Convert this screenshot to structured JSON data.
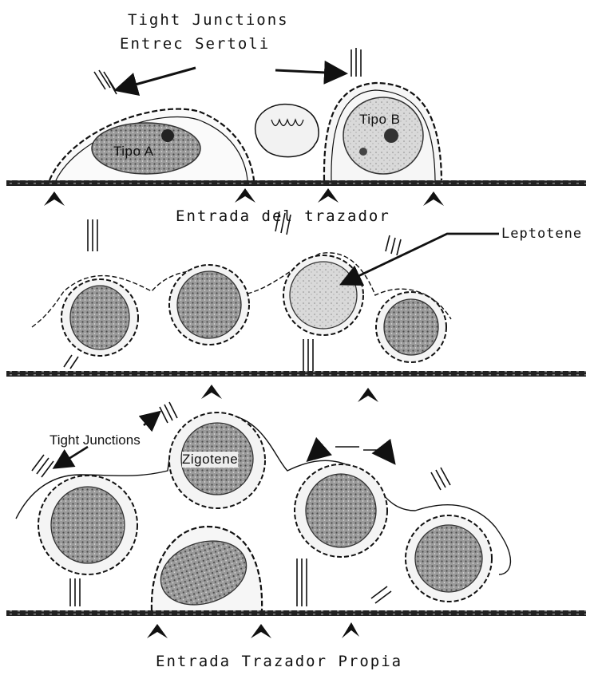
{
  "labels": {
    "tight_junctions_sertoli_line1": "Tight Junctions",
    "tight_junctions_sertoli_line2": "Entrec Sertoli",
    "tipo_a": "Tipo A",
    "tipo_b": "Tipo B",
    "entrada_del_trazador": "Entrada del trazador",
    "leptotene": "Leptotene",
    "tight_junctions": "Tight Junctions",
    "zigotene": "Zigotene",
    "entrada_trazador_propia": "Entrada Trazador Propia"
  },
  "colors": {
    "ink": "#111111",
    "nucleus": "#8a8a8a",
    "cytoplasm": "#f4f4f4"
  }
}
